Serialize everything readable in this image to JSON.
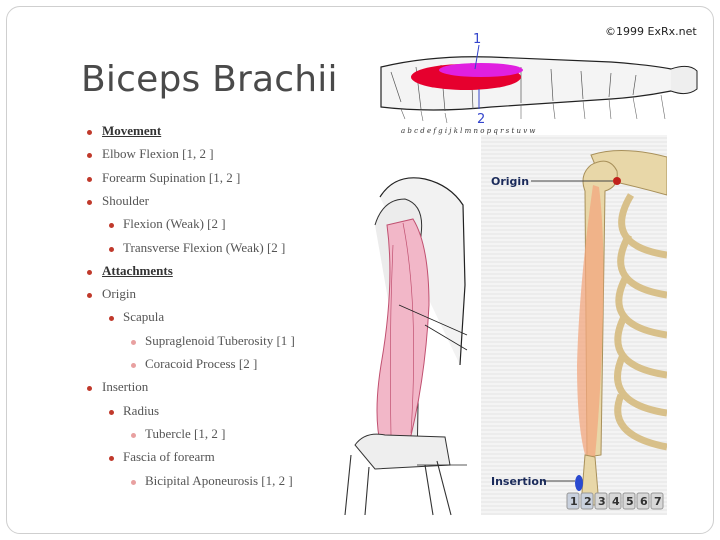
{
  "title": "Biceps Brachii",
  "copyright": "©1999 ExRx.net",
  "outline": [
    {
      "text": "Movement",
      "level": 1,
      "heading": true
    },
    {
      "text": "Elbow Flexion [1, 2 ]",
      "level": 1
    },
    {
      "text": "Forearm Supination [1, 2 ]",
      "level": 1
    },
    {
      "text": "Shoulder",
      "level": 1
    },
    {
      "text": "Flexion (Weak) [2 ]",
      "level": 2
    },
    {
      "text": "Transverse Flexion (Weak) [2 ]",
      "level": 2
    },
    {
      "text": "Attachments",
      "level": 1,
      "heading": true
    },
    {
      "text": "Origin",
      "level": 1
    },
    {
      "text": "Scapula",
      "level": 2
    },
    {
      "text": "Supraglenoid Tuberosity [1 ]",
      "level": 3
    },
    {
      "text": "Coracoid Process [2 ]",
      "level": 3
    },
    {
      "text": "Insertion",
      "level": 1
    },
    {
      "text": "Radius",
      "level": 2
    },
    {
      "text": "Tubercle [1, 2 ]",
      "level": 3
    },
    {
      "text": "Fascia of forearm",
      "level": 2
    },
    {
      "text": "Bicipital Aponeurosis [1, 2 ]",
      "level": 3
    }
  ],
  "figures": {
    "arm_labels": [
      "1",
      "2"
    ],
    "arm_letters": "a b c d e f g   i j k l m n o p q r s t u v w",
    "origin_label": "Origin",
    "insertion_label": "Insertion",
    "number_tiles": [
      "1",
      "2",
      "3",
      "4",
      "5",
      "6",
      "7"
    ]
  },
  "colors": {
    "bullet_l1": "#c0392b",
    "bullet_l2": "#c0392b",
    "bullet_l3": "#e8a0a0"
  }
}
